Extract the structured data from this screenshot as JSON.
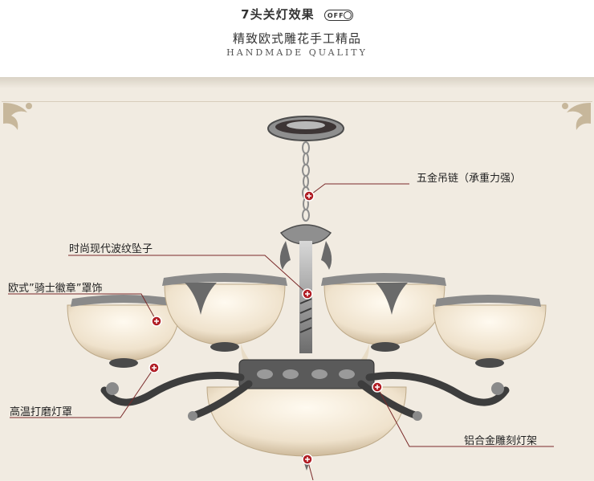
{
  "header": {
    "title": "7头关灯效果",
    "toggle_label": "OFF",
    "subtitle": "精致欧式雕花手工精品",
    "subtitle_en": "HANDMADE QUALITY"
  },
  "callouts": {
    "chain": "五金吊链（承重力强）",
    "pendant": "时尚现代波纹坠子",
    "shade_cover": "欧式”骑士徽章”罩饰",
    "glass_shade": "高温打磨灯罩",
    "frame": "铝合金雕刻灯架"
  },
  "colors": {
    "marker": "#b01d24",
    "line": "#7a2a2a"
  }
}
